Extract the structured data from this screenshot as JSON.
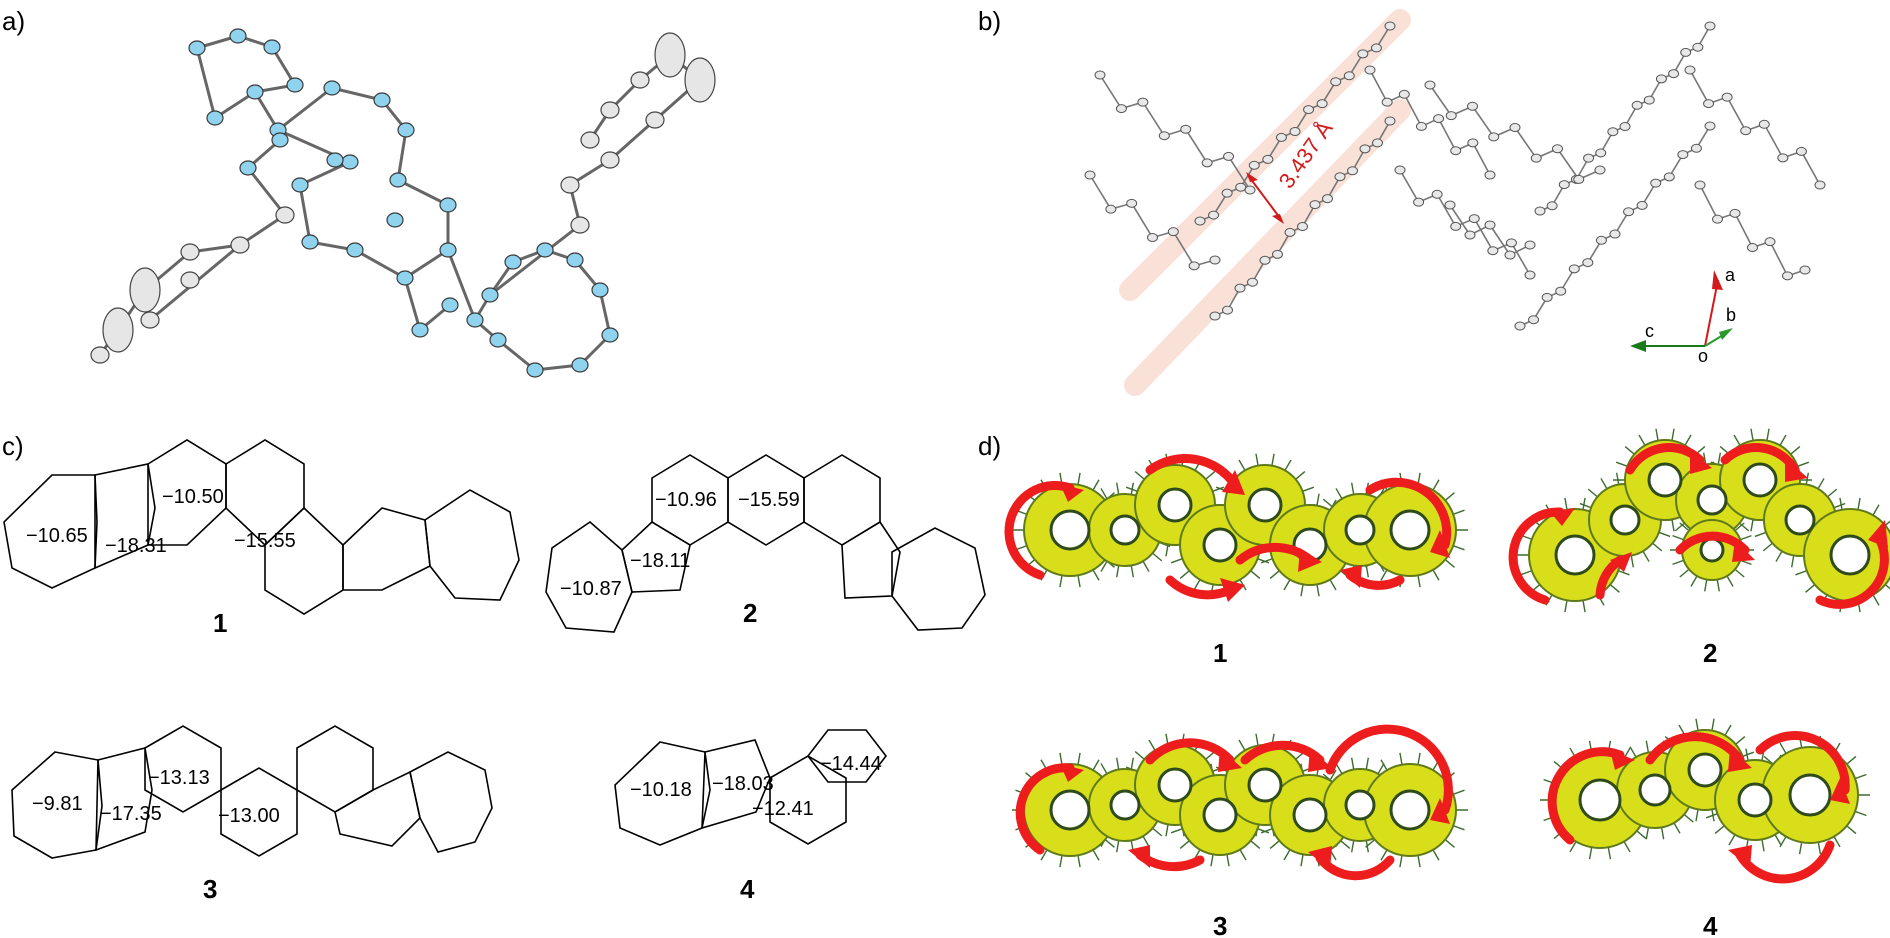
{
  "panels": {
    "a": {
      "label": "a)"
    },
    "b": {
      "label": "b)",
      "distance": "3.437 Å",
      "axes": {
        "a": "a",
        "b": "b",
        "c": "c",
        "origin": "o"
      }
    },
    "c": {
      "label": "c)",
      "compounds": [
        {
          "id": "1",
          "values": [
            "−10.65",
            "−18.31",
            "−10.50",
            "−15.55"
          ]
        },
        {
          "id": "2",
          "values": [
            "−10.96",
            "−15.59",
            "−18.11",
            "−10.87"
          ]
        },
        {
          "id": "3",
          "values": [
            "−9.81",
            "−17.35",
            "−13.13",
            "−13.00"
          ]
        },
        {
          "id": "4",
          "values": [
            "−10.18",
            "−18.03",
            "−14.44",
            "−12.41"
          ]
        }
      ]
    },
    "d": {
      "label": "d)",
      "compounds": [
        "1",
        "2",
        "3",
        "4"
      ]
    }
  },
  "colors": {
    "carbon": "#8fd3ee",
    "chain": "#e6e6e6",
    "ring_current": "#ee1d1d",
    "isosurface": "#d9de1a",
    "distance": "#d21a1a"
  }
}
